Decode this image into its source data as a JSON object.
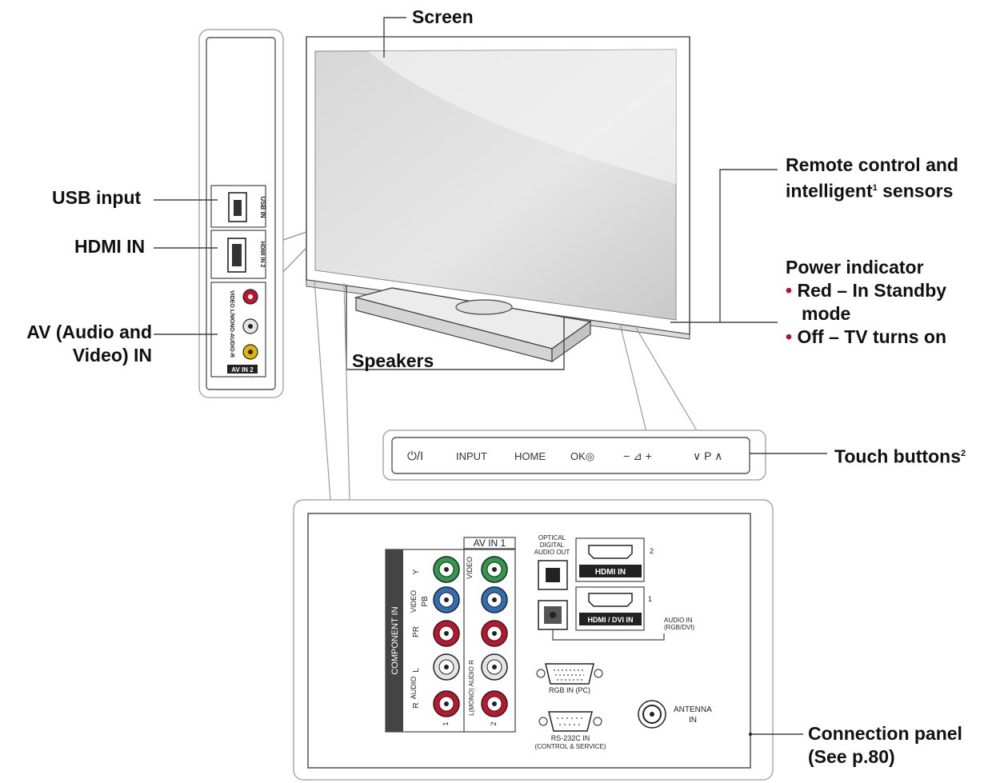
{
  "labels": {
    "screen": "Screen",
    "usb_input": "USB input",
    "hdmi_in": "HDMI IN",
    "av_in_line1": "AV (Audio and",
    "av_in_line2": "Video) IN",
    "speakers": "Speakers",
    "remote_line1": "Remote control and",
    "remote_line2": "intelligent",
    "remote_sup": "1",
    "remote_line2_end": " sensors",
    "power_title": "Power indicator",
    "power_red": "Red – In Standby",
    "power_red_cont": "mode",
    "power_off": "Off – TV turns on",
    "bullet": "•",
    "touch_buttons": "Touch buttons",
    "touch_sup": "2",
    "connection_line1": "Connection panel",
    "connection_line2": "(See p.80)"
  },
  "touch_panel": {
    "power": "⏻/I",
    "input": "INPUT",
    "home": "HOME",
    "ok": "OK◎",
    "vol": "− ⊿ +",
    "prog": "∨ P ∧"
  },
  "side_panel": {
    "usb": "USB IN",
    "hdmi": "HDMI IN 2",
    "av": "VIDEO L/MONO-AUDIO-R",
    "av_in": "AV IN 2"
  },
  "connection_panel": {
    "component_in": "COMPONENT IN",
    "av_in_1": "AV IN 1",
    "video_col": "VIDEO",
    "audio_col": "L(MONO) AUDIO R",
    "y": "Y",
    "pb": "PB",
    "pr": "PR",
    "video_side": "VIDEO",
    "audio_side": "AUDIO",
    "l": "L",
    "r": "R",
    "n1": "1",
    "n2": "2",
    "optical_1": "OPTICAL",
    "optical_2": "DIGITAL",
    "optical_3": "AUDIO OUT",
    "hdmi_2": "HDMI IN",
    "hdmi_1": "HDMI / DVI IN",
    "port_2": "2",
    "port_1": "1",
    "audio_in_1": "AUDIO IN",
    "audio_in_2": "(RGB/DVI)",
    "rgb_in": "RGB IN (PC)",
    "rs232_1": "RS-232C IN",
    "rs232_2": "(CONTROL & SERVICE)",
    "antenna_1": "ANTENNA",
    "antenna_2": "IN"
  },
  "colors": {
    "green": "#2e9b4a",
    "blue": "#2f6fb8",
    "red": "#c0142e",
    "yellow": "#e2b400",
    "bullet": "#b0103a"
  }
}
